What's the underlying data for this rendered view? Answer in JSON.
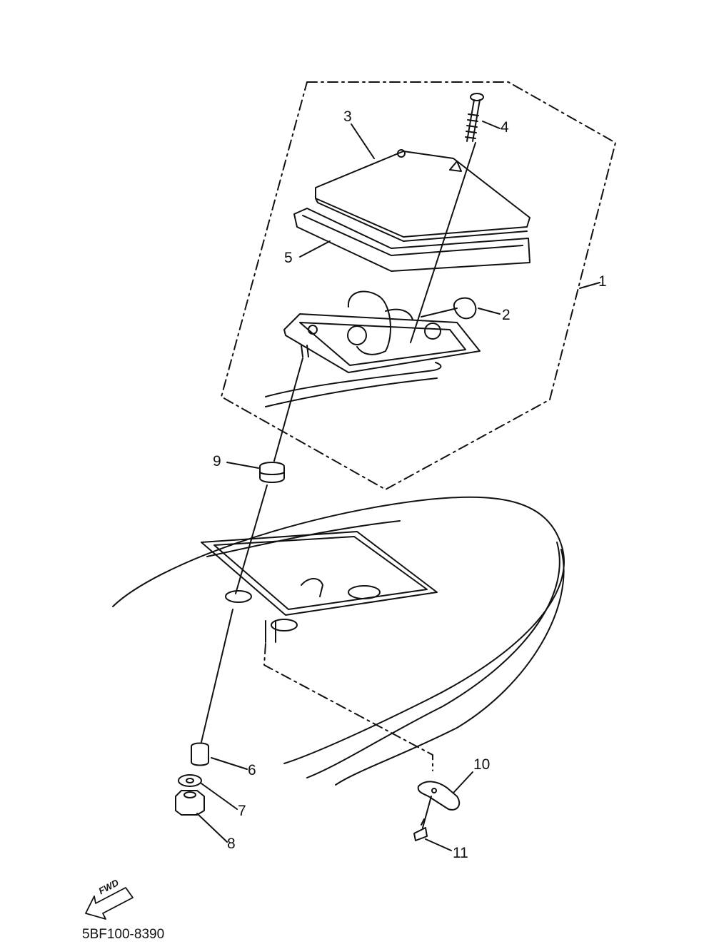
{
  "diagram": {
    "callouts": [
      {
        "id": "c1",
        "number": "1"
      },
      {
        "id": "c2",
        "number": "2"
      },
      {
        "id": "c3",
        "number": "3"
      },
      {
        "id": "c4",
        "number": "4"
      },
      {
        "id": "c5",
        "number": "5"
      },
      {
        "id": "c6",
        "number": "6"
      },
      {
        "id": "c7",
        "number": "7"
      },
      {
        "id": "c8",
        "number": "8"
      },
      {
        "id": "c9",
        "number": "9"
      },
      {
        "id": "c10",
        "number": "10"
      },
      {
        "id": "c11",
        "number": "11"
      }
    ],
    "fwd_label": "FWD",
    "part_code": "5BF100-8390",
    "line_color": "#111111",
    "background": "#ffffff"
  }
}
